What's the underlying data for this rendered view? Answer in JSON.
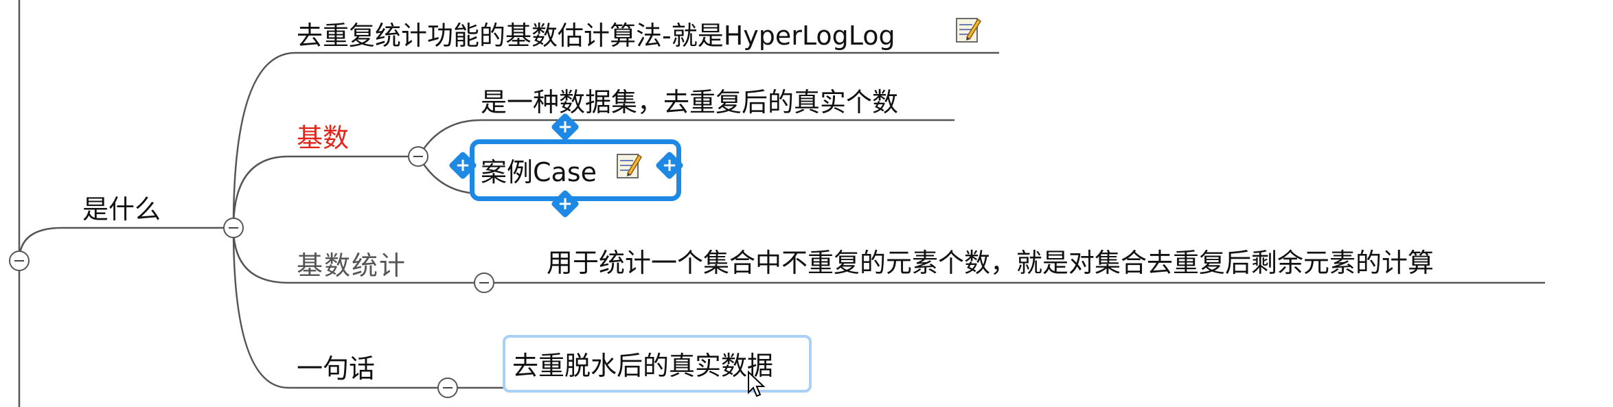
{
  "root": {
    "label": "是什么"
  },
  "branches": {
    "algo": {
      "label": "去重复统计功能的基数估计算法-就是HyperLogLog",
      "note_icon": "note-pencil-icon"
    },
    "cardinality": {
      "label": "基数",
      "color": "#e0261b",
      "children": {
        "definition": "是一种数据集，去重复后的真实个数",
        "case": {
          "label": "案例Case",
          "note_icon": "note-pencil-icon",
          "selected": true
        }
      }
    },
    "counting": {
      "label": "基数统计",
      "child": "用于统计一个集合中不重复的元素个数，就是对集合去重复后剩余元素的计算"
    },
    "summary": {
      "label": "一句话",
      "child": "去重脱水后的真实数据"
    }
  },
  "colors": {
    "selection": "#1e88e5",
    "focus": "#a9d0f5",
    "line": "#555555"
  }
}
